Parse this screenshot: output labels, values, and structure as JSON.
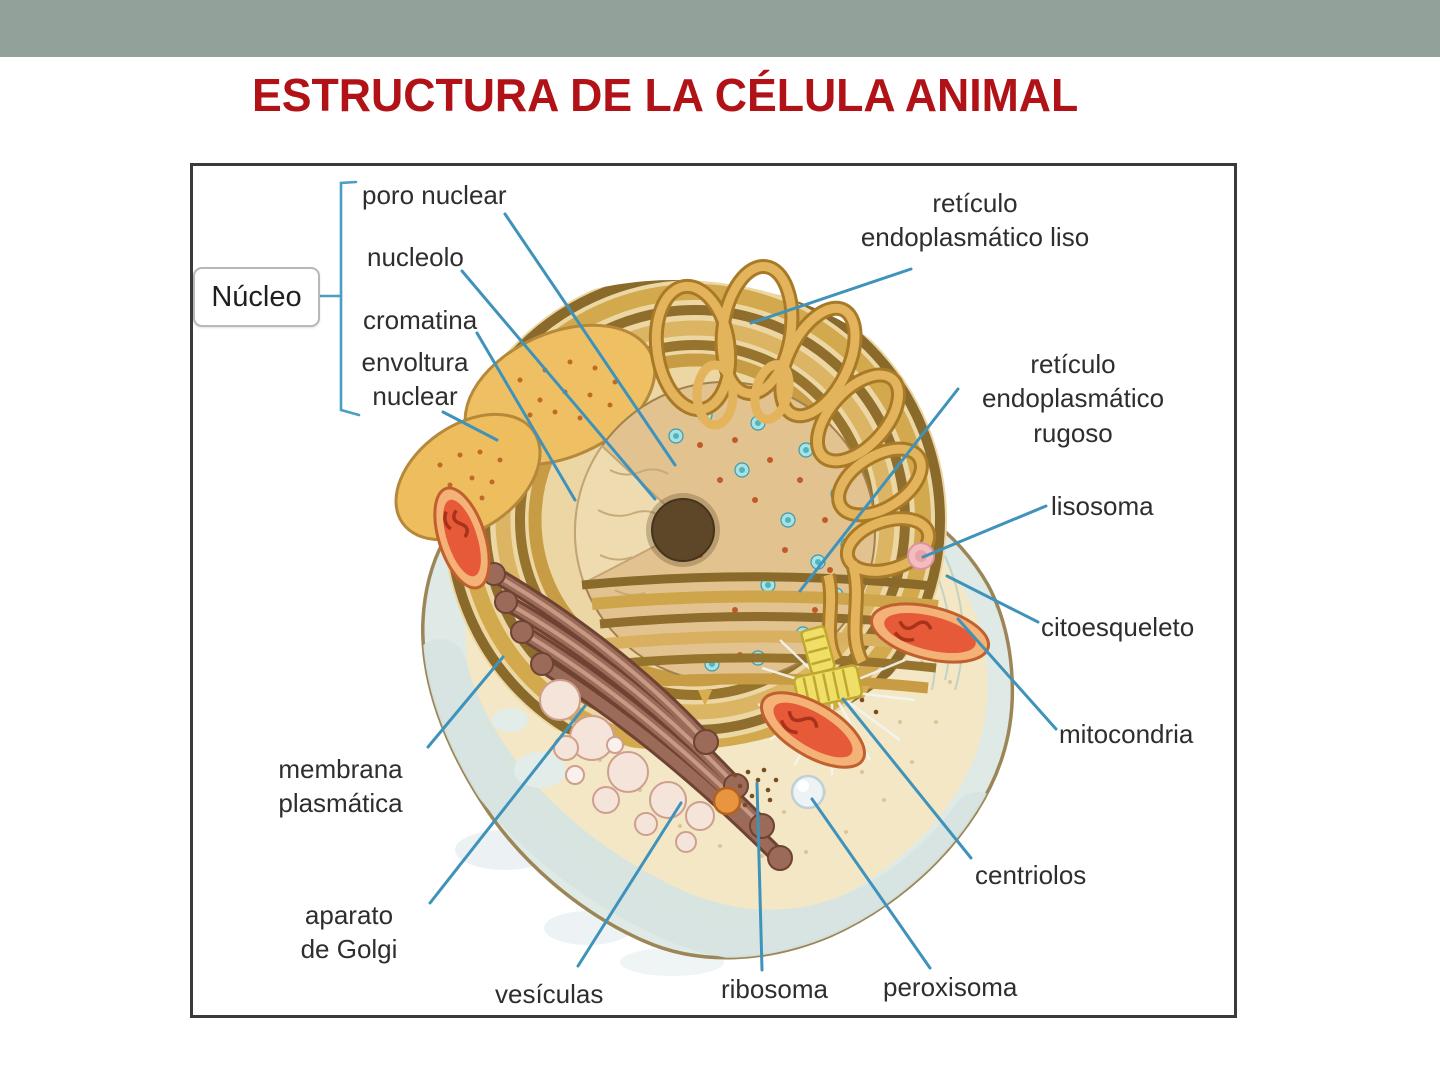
{
  "slide": {
    "title": "ESTRUCTURA DE LA CÉLULA ANIMAL",
    "title_color": "#b01218",
    "header_bar_color": "#92a29a"
  },
  "diagram": {
    "frame_border_color": "#3a3a3a",
    "leader_line_color": "#3f93bb",
    "label_text_color": "#2e2e2e",
    "nucleus_group_label": "Núcleo",
    "labels": {
      "poro_nuclear": "poro nuclear",
      "nucleolo": "nucleolo",
      "cromatina": "cromatina",
      "envoltura_nuclear": "envoltura nuclear",
      "reticulo_liso": "retículo endoplasmático liso",
      "reticulo_rugoso": "retículo endoplasmático rugoso",
      "lisosoma": "lisosoma",
      "citoesqueleto": "citoesqueleto",
      "mitocondria": "mitocondria",
      "centriolos": "centriolos",
      "peroxisoma": "peroxisoma",
      "ribosoma": "ribosoma",
      "vesiculas": "vesículas",
      "aparato_golgi": "aparato de Golgi",
      "membrana_plasmatica": "membrana plasmática"
    }
  }
}
